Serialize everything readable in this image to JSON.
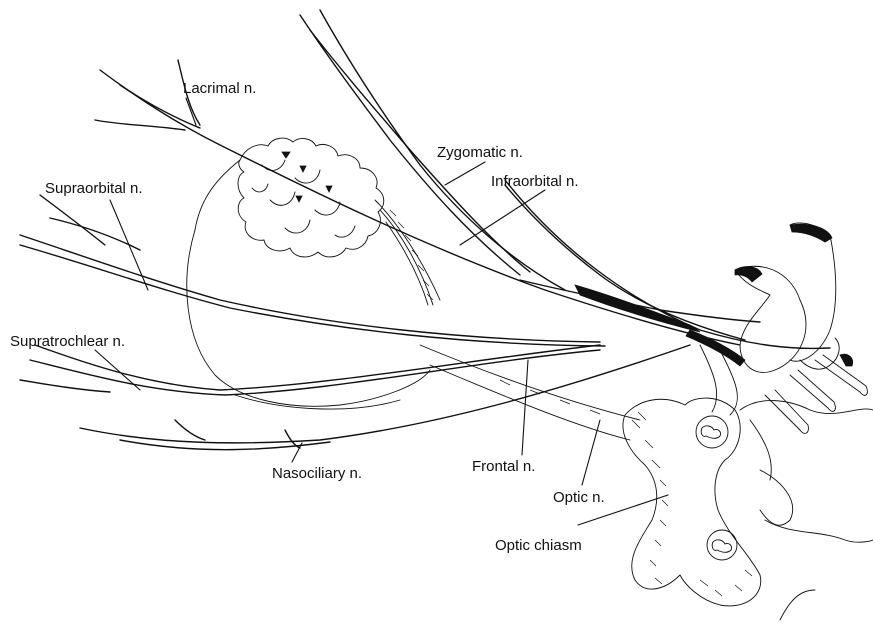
{
  "labels": {
    "lacrimal": "Lacrimal n.",
    "zygomatic": "Zygomatic n.",
    "supraorbital": "Supraorbital n.",
    "infraorbital": "Infraorbital n.",
    "supratrochlear": "Supratrochlear n.",
    "frontal": "Frontal n.",
    "nasociliary": "Nasociliary n.",
    "optic": "Optic n.",
    "optic_chiasm": "Optic chiasm"
  }
}
